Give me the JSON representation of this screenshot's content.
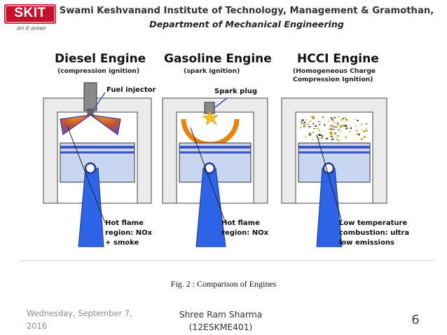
{
  "header": {
    "institute": "Swami Keshvanand Institute of Technology, Management & Gramothan,",
    "department": "Department of Mechanical Engineering",
    "logo_text": "SKIT",
    "logo_tagline": "ज्ञान से आत्मबल"
  },
  "diagram": {
    "engines": [
      {
        "title": "Diesel Engine",
        "subtitle": "(compression ignition)",
        "component_label": "Fuel injector",
        "flame_label": [
          "Hot flame",
          "region: NOx",
          "+ smoke"
        ]
      },
      {
        "title": "Gasoline Engine",
        "subtitle": "(spark ignition)",
        "component_label": "Spark plug",
        "flame_label": [
          "Hot flame",
          "region: NOx"
        ]
      },
      {
        "title": "HCCI Engine",
        "subtitle_lines": [
          "(Homogeneous Charge",
          "Compression Ignition)"
        ],
        "flame_label": [
          "Low temperature",
          "combustion: ultra",
          "low emissions"
        ]
      }
    ],
    "colors": {
      "cylinder_wall": "#ebebeb",
      "cylinder_border": "#555555",
      "piston": "#c9d6f2",
      "piston_band": "#3d55c0",
      "connecting_rod": "#2d63e6",
      "flame": "#e8830c",
      "spray": "#b7462a"
    }
  },
  "caption": "Fig. 2 : Comparison of Engines",
  "footer": {
    "date_line1": "Wednesday, September 7,",
    "date_line2": "2016",
    "author_line1": "Shree Ram Sharma",
    "author_line2": "(12ESKME401)",
    "page_number": "6"
  }
}
